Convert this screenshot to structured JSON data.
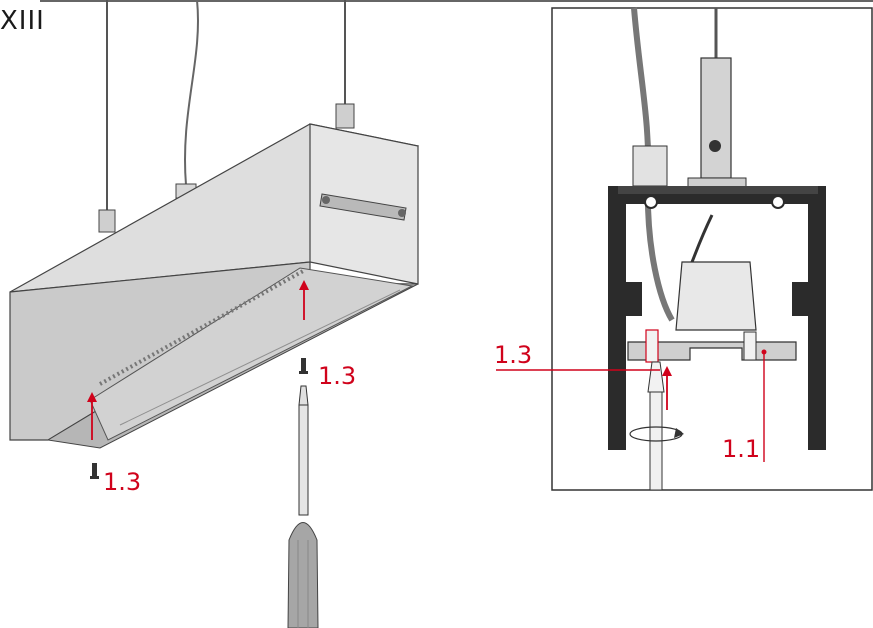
{
  "step": {
    "label": "XIII"
  },
  "callouts": {
    "left_bottom": "1.3",
    "left_top": "1.3",
    "right_top": "1.3",
    "right_bottom": "1.1"
  },
  "colors": {
    "accent": "#d0021b",
    "outline": "#333333",
    "metal_light": "#dcdcdc",
    "metal_mid": "#c6c6c6",
    "metal_dark": "#9a9a9a",
    "profile_dark": "#2b2b2b"
  }
}
